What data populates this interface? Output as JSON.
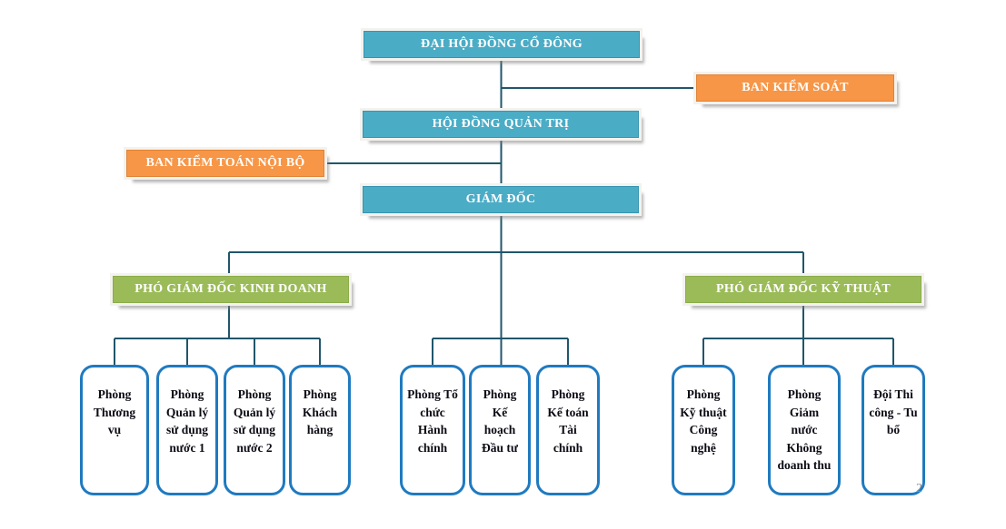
{
  "page": {
    "number": "2"
  },
  "colors": {
    "teal": "#4BACC6",
    "orange": "#F79646",
    "green": "#9BBB59",
    "dept_border": "#1F7AC0",
    "connector": "#20566B"
  },
  "org": {
    "nodes": [
      {
        "id": "shareholders-meeting",
        "label": "ĐẠI HỘI ĐỒNG CỔ ĐÔNG"
      },
      {
        "id": "supervisory-board",
        "label": "BAN KIỂM SOÁT"
      },
      {
        "id": "board-of-management",
        "label": "HỘI ĐỒNG QUẢN TRỊ"
      },
      {
        "id": "internal-audit-board",
        "label": "BAN KIỂM TOÁN NỘI BỘ"
      },
      {
        "id": "director",
        "label": "GIÁM ĐỐC"
      },
      {
        "id": "deputy-director-business",
        "label": "PHÓ GIÁM ĐỐC KINH DOANH"
      },
      {
        "id": "deputy-director-technical",
        "label": "PHÓ GIÁM ĐỐC KỸ THUẬT"
      }
    ],
    "departments": [
      {
        "label": "Phòng Thương vụ"
      },
      {
        "label": "Phòng Quản lý sử dụng nước 1"
      },
      {
        "label": "Phòng Quản lý sử dụng nước 2"
      },
      {
        "label": "Phòng Khách hàng"
      },
      {
        "label": "Phòng Tổ chức Hành chính"
      },
      {
        "label": "Phòng Kế hoạch Đầu tư"
      },
      {
        "label": "Phòng Kế toán Tài chính"
      },
      {
        "label": "Phòng Kỹ thuật Công nghệ"
      },
      {
        "label": "Phòng Giảm nước Không doanh thu"
      },
      {
        "label": "Đội Thi công - Tu bổ"
      }
    ]
  }
}
